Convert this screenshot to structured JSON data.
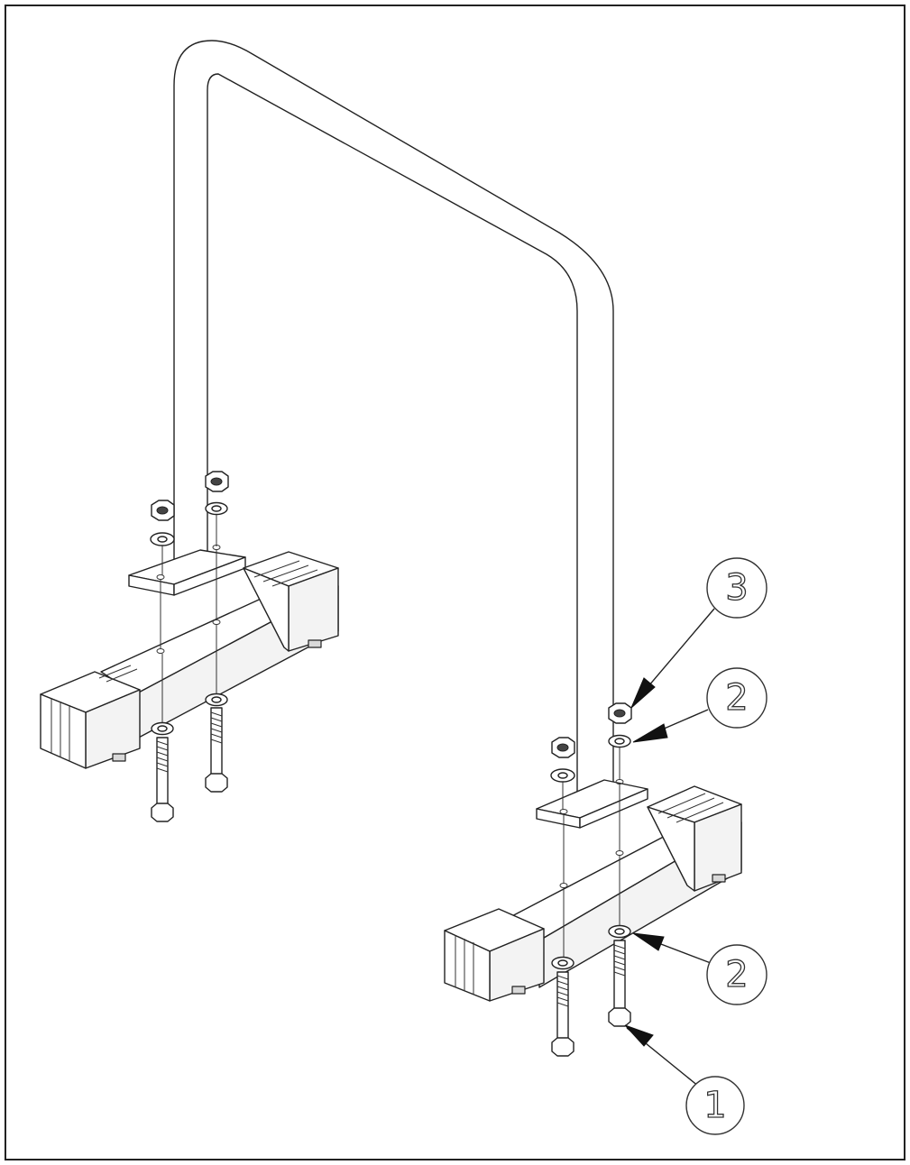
{
  "callouts": [
    {
      "id": "callout-3",
      "label": "3"
    },
    {
      "id": "callout-2-upper",
      "label": "2"
    },
    {
      "id": "callout-2-lower",
      "label": "2"
    },
    {
      "id": "callout-1",
      "label": "1"
    }
  ]
}
